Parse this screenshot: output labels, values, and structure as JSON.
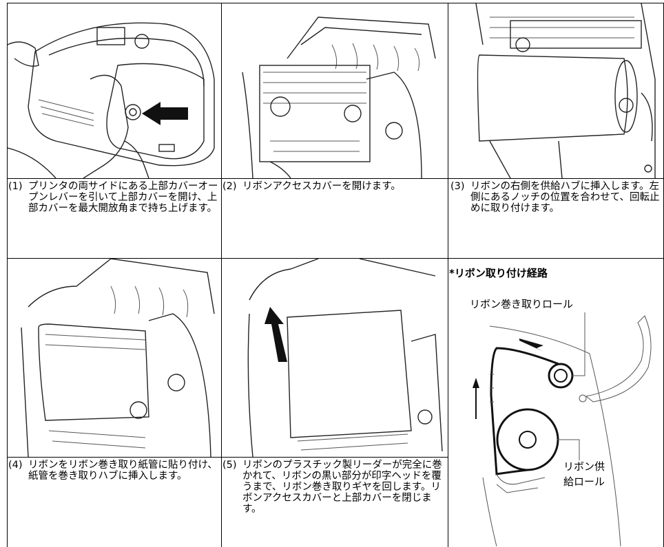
{
  "steps": [
    {
      "num": "(1)",
      "text": "プリンタの両サイドにある上部カバーオープンレバーを引いて上部カバーを開け、上部カバーを最大開放角まで持ち上げます。"
    },
    {
      "num": "(2)",
      "text": "リボンアクセスカバーを開けます。"
    },
    {
      "num": "(3)",
      "text": "リボンの右側を供給ハブに挿入します。左側にあるノッチの位置を合わせて、回転止めに取り付けます。"
    },
    {
      "num": "(4)",
      "text": "リボンをリボン巻き取り紙管に貼り付け、紙管を巻き取りハブに挿入します。"
    },
    {
      "num": "(5)",
      "text": "リボンのプラスチック製リーダーが完全に巻かれて、リボンの黒い部分が印字ヘッドを覆うまで、リボン巻き取りギヤを回します。リボンアクセスカバーと上部カバーを閉じます。"
    }
  ],
  "route": {
    "title": "*リボン取り付け経路",
    "takeup_label": "リボン巻き取りロール",
    "supply_label_line1": "リボン供",
    "supply_label_line2": "給ロール"
  }
}
